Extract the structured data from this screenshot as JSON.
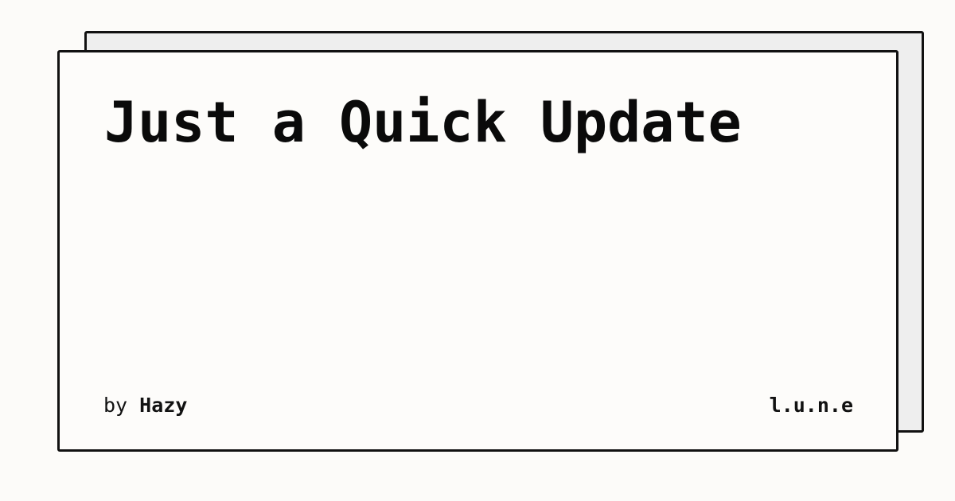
{
  "card": {
    "title": "Just a Quick Update",
    "byline": {
      "prefix": "by",
      "author": "Hazy"
    },
    "brand": "l.u.n.e"
  },
  "colors": {
    "background": "#fcfbf9",
    "card_front": "#fdfcfa",
    "card_back": "#eeeeee",
    "border": "#111111",
    "text": "#0a0a0a"
  }
}
